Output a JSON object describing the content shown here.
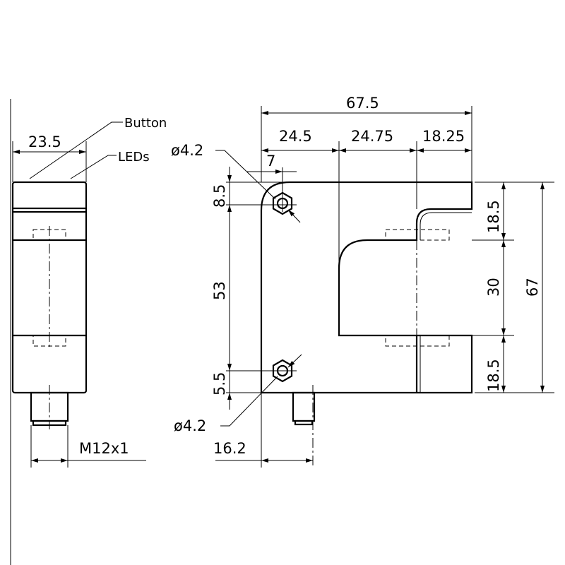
{
  "side_view": {
    "width_dim": "23.5",
    "button_label": "Button",
    "leds_label": "LEDs",
    "thread_dim": "M12x1"
  },
  "front_view": {
    "total_width": "67.5",
    "seg_1": "24.5",
    "seg_2": "24.75",
    "seg_3": "18.25",
    "hole_offset_x": "7",
    "hole_dia_top": "ø4.2",
    "hole_dia_bottom": "ø4.2",
    "top_hole_offset": "8.5",
    "hole_spacing": "53",
    "bottom_hole_offset": "5.5",
    "connector_offset": "16.2",
    "upper_arm": "18.5",
    "slot_width": "30",
    "lower_arm": "18.5",
    "total_height": "67"
  }
}
